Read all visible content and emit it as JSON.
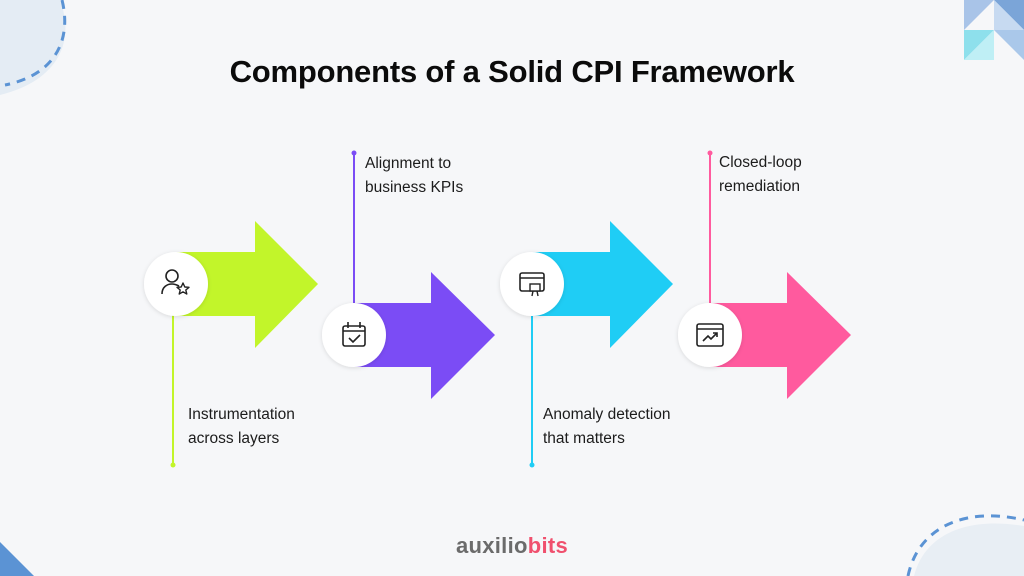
{
  "title": "Components of a Solid CPI Framework",
  "components": [
    {
      "label": "Instrumentation\nacross layers",
      "color": "#c2f52a",
      "icon": "user-star-icon"
    },
    {
      "label": "Alignment to\nbusiness KPIs",
      "color": "#7b4cf5",
      "icon": "calendar-check-icon"
    },
    {
      "label": "Anomaly detection\nthat matters",
      "color": "#1fcdf5",
      "icon": "monitor-certificate-icon"
    },
    {
      "label": "Closed-loop\nremediation",
      "color": "#ff5a9e",
      "icon": "trend-chart-icon"
    }
  ],
  "logo": {
    "part1": "auxilio",
    "part2": "bits"
  }
}
